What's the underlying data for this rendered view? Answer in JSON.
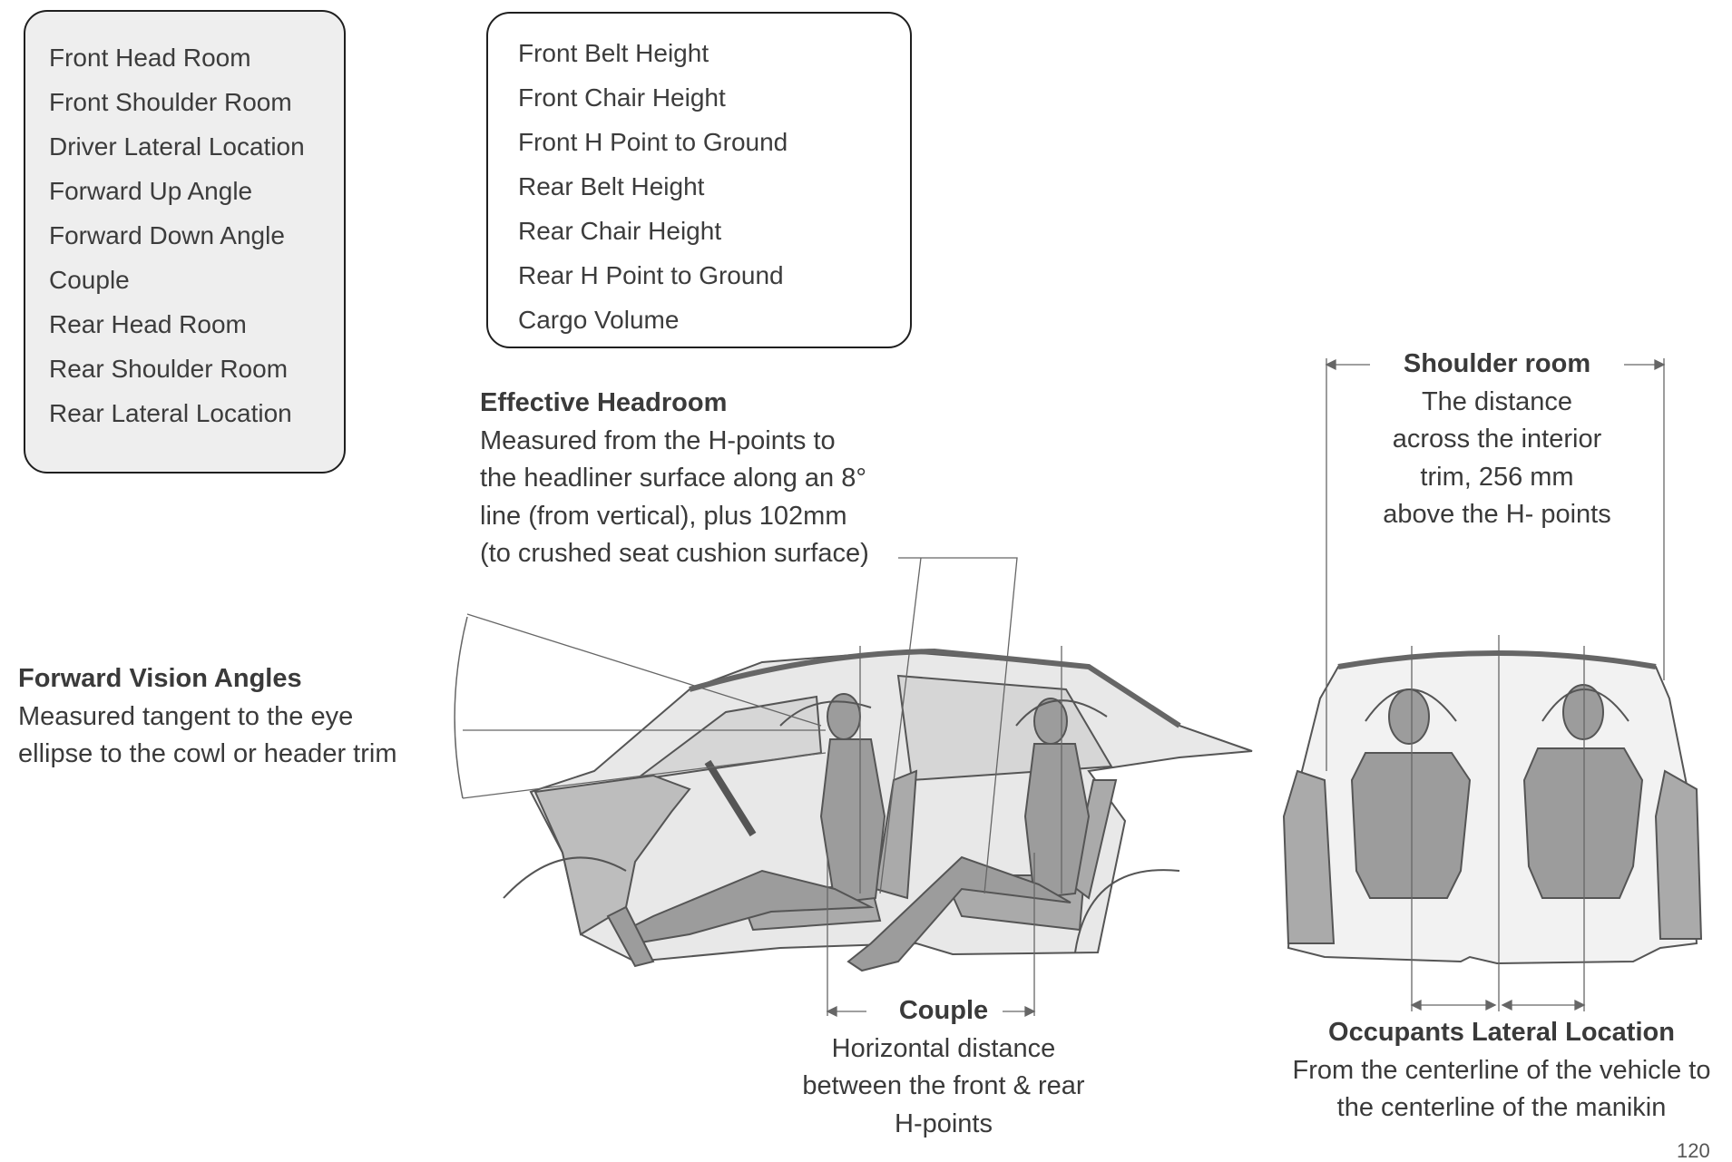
{
  "left_list": {
    "items": [
      "Front Head Room",
      "Front Shoulder Room",
      "Driver Lateral Location",
      "Forward Up Angle",
      "Forward Down Angle",
      "Couple",
      "Rear Head Room",
      "Rear Shoulder Room",
      "Rear Lateral Location"
    ]
  },
  "right_list": {
    "items": [
      "Front Belt Height",
      "Front Chair Height",
      "Front H Point to Ground",
      "Rear Belt Height",
      "Rear Chair Height",
      "Rear H Point to Ground",
      "Cargo Volume"
    ]
  },
  "headroom": {
    "title": "Effective Headroom",
    "lines": [
      "Measured from the H-points to",
      "the headliner surface along an 8°",
      "line (from vertical), plus 102mm",
      "(to crushed seat cushion surface)"
    ]
  },
  "vision": {
    "title": "Forward Vision Angles",
    "lines": [
      "Measured tangent to the eye",
      "ellipse to the cowl or header trim"
    ]
  },
  "shoulder": {
    "title": "Shoulder room",
    "lines": [
      "The distance",
      "across the interior",
      "trim, 256 mm",
      "above the H- points"
    ]
  },
  "couple": {
    "title": "Couple",
    "lines": [
      "Horizontal distance",
      "between the front & rear",
      "H-points"
    ]
  },
  "lateral": {
    "title": "Occupants Lateral Location",
    "lines": [
      "From the centerline of the vehicle to",
      "the centerline of the manikin"
    ]
  },
  "page_number": "120",
  "colors": {
    "body_fill": "#a8a8a8",
    "cabin_fill": "#e6e6e6",
    "outline": "#555555",
    "text": "#3a3a3a"
  }
}
